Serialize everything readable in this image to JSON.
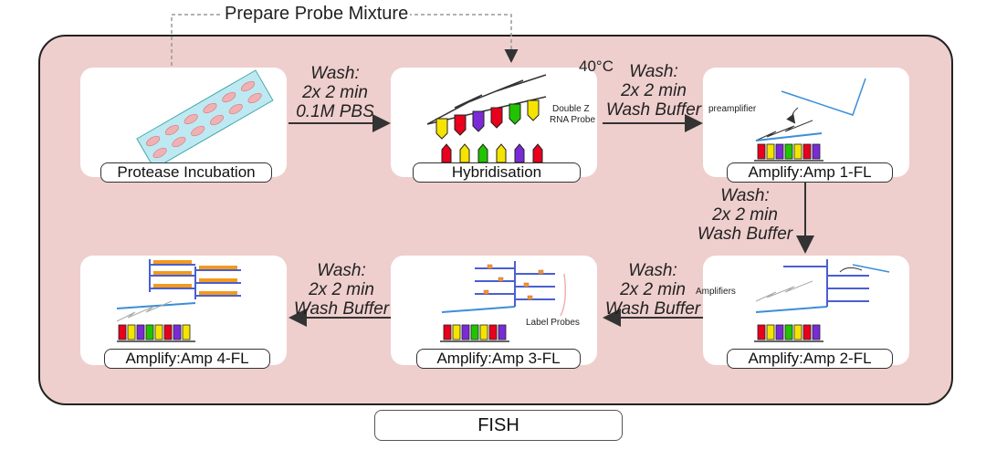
{
  "title": "Prepare Probe Mixture",
  "group_label": "FISH",
  "steps": [
    {
      "label": "Protease Incubation"
    },
    {
      "label": "Hybridisation"
    },
    {
      "label": "Amplify:Amp 1-FL"
    },
    {
      "label": "Amplify:Amp 2-FL"
    },
    {
      "label": "Amplify:Amp 3-FL"
    },
    {
      "label": "Amplify:Amp 4-FL"
    }
  ],
  "washes": [
    {
      "line1": "Wash:",
      "line2": "2x 2 min",
      "line3": "0.1M PBS"
    },
    {
      "line1": "Wash:",
      "line2": "2x 2 min",
      "line3": "Wash Buffer"
    },
    {
      "line1": "Wash:",
      "line2": "2x 2 min",
      "line3": "Wash Buffer"
    },
    {
      "line1": "Wash:",
      "line2": "2x 2 min",
      "line3": "Wash Buffer"
    },
    {
      "line1": "Wash:",
      "line2": "2x 2 min",
      "line3": "Wash Buffer"
    }
  ],
  "annotations": {
    "temperature": "40°C",
    "double_z_1": "Double Z",
    "double_z_2": "RNA Probe",
    "preamplifier": "preamplifier",
    "amplifiers": "Amplifiers",
    "label_probes": "Label Probes"
  },
  "colors": {
    "panel": "#eecfcd",
    "probe_colors": [
      "#e8001c",
      "#f5e400",
      "#7a2bd6",
      "#22c400",
      "#f5e400",
      "#7a2bd6"
    ]
  }
}
